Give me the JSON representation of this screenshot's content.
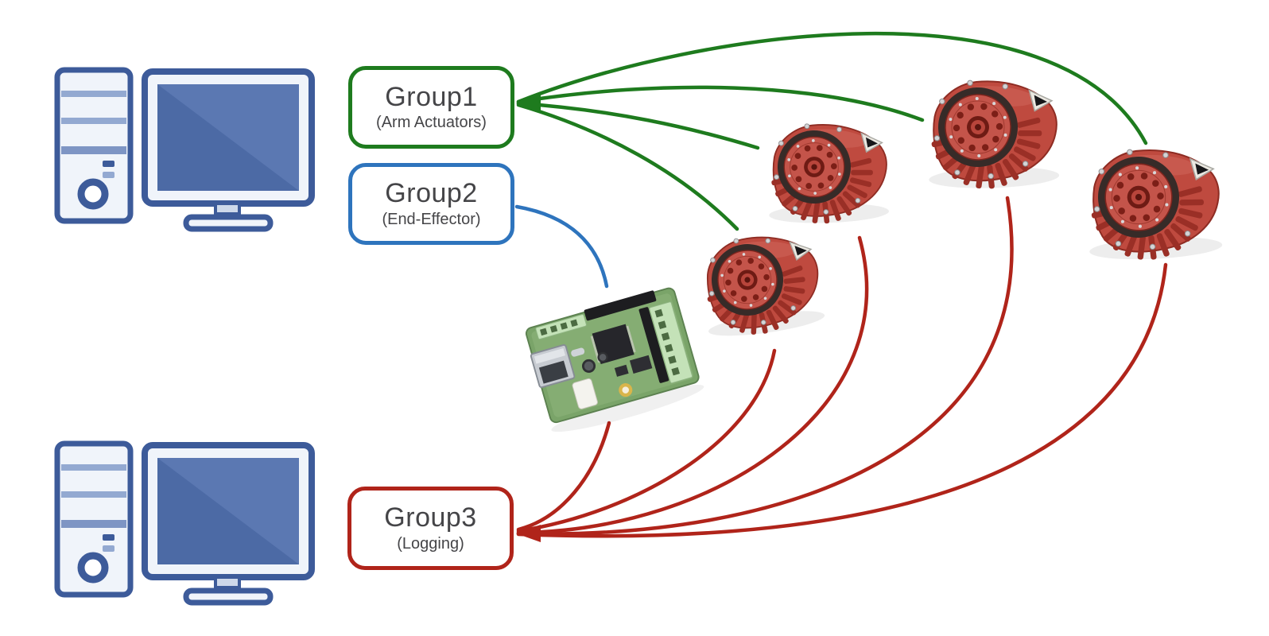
{
  "colors": {
    "group1_green": "#1e7b1e",
    "group2_blue": "#2e74bd",
    "group3_red": "#b0241a",
    "computer_blue": "#3d5b9a",
    "screen_blue": "#4c6aa5",
    "screen_blue_light": "#5b78b2",
    "text_dark": "#454548",
    "background": "#ffffff"
  },
  "groups": [
    {
      "label": "Group1",
      "sublabel": "(Arm Actuators)"
    },
    {
      "label": "Group2",
      "sublabel": "(End-Effector)"
    },
    {
      "label": "Group3",
      "sublabel": "(Logging)"
    }
  ],
  "devices": {
    "computers": 2,
    "actuators": 4,
    "controller_boards": 1
  },
  "edges": [
    {
      "from": "group1",
      "to": "actuator-lower-left",
      "color": "green"
    },
    {
      "from": "group1",
      "to": "actuator-top-middle",
      "color": "green"
    },
    {
      "from": "group1",
      "to": "actuator-top-right",
      "color": "green"
    },
    {
      "from": "group1",
      "to": "actuator-right",
      "color": "green"
    },
    {
      "from": "group2",
      "to": "controller-board",
      "color": "blue"
    },
    {
      "from": "group3",
      "to": "controller-board",
      "color": "red"
    },
    {
      "from": "group3",
      "to": "actuator-lower-left",
      "color": "red"
    },
    {
      "from": "group3",
      "to": "actuator-top-middle",
      "color": "red"
    },
    {
      "from": "group3",
      "to": "actuator-top-right",
      "color": "red"
    },
    {
      "from": "group3",
      "to": "actuator-right",
      "color": "red"
    }
  ]
}
